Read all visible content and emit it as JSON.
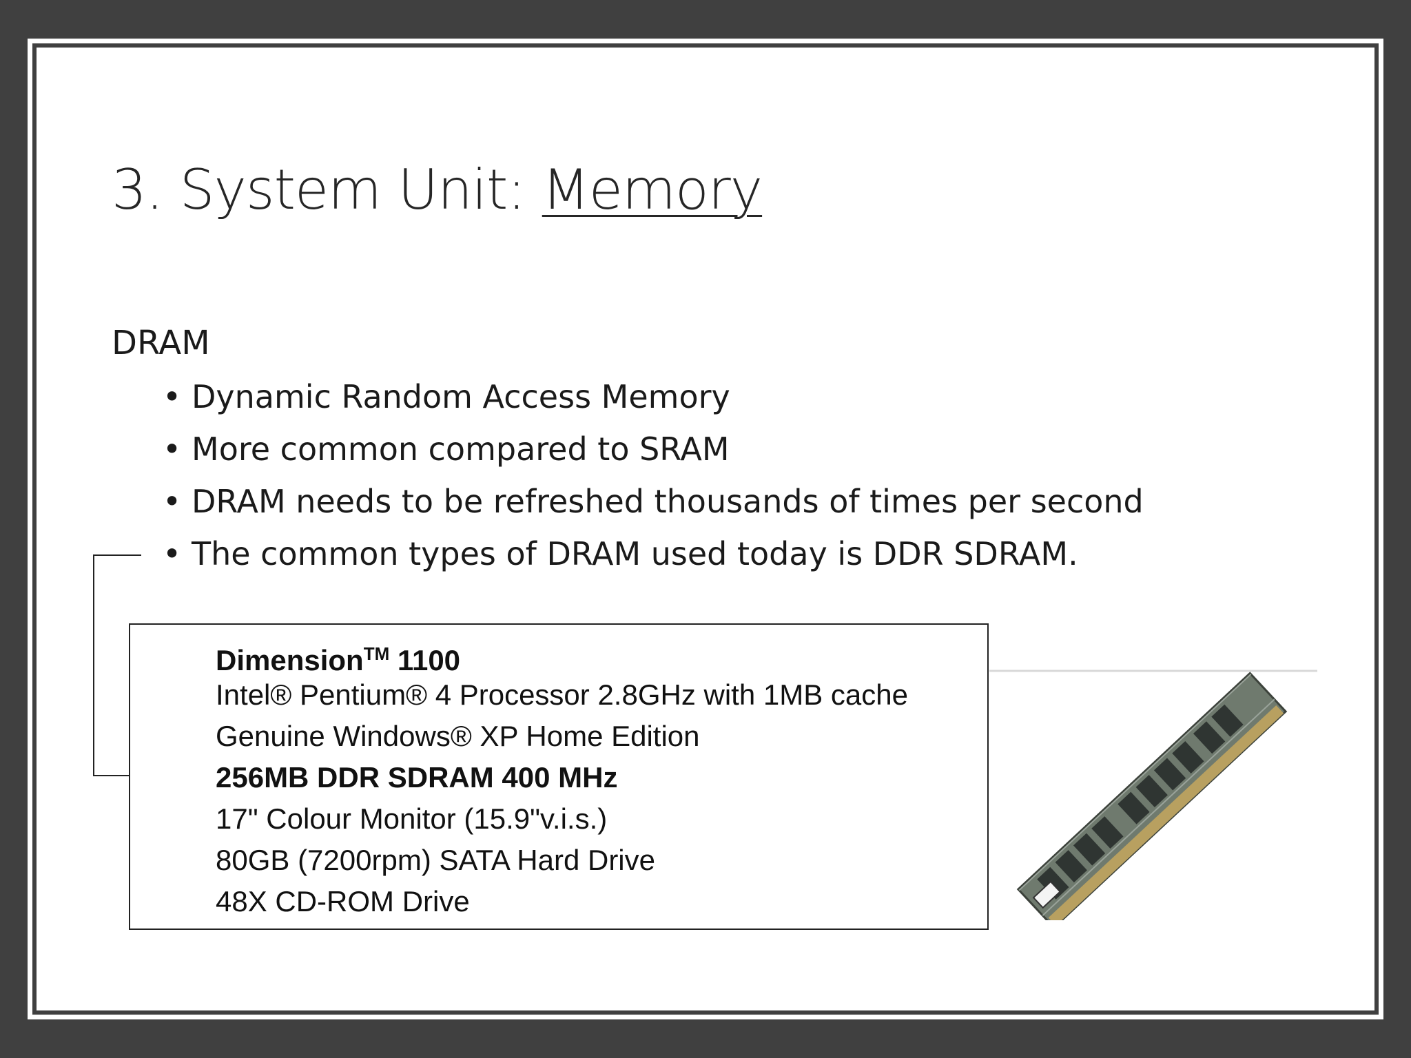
{
  "slide": {
    "title_prefix": "3. System Unit: ",
    "title_underlined": "Memory",
    "heading": "DRAM",
    "bullets": [
      "Dynamic Random Access Memory",
      "More common compared to SRAM",
      "DRAM needs to be refreshed thousands of times per second",
      "The common types of DRAM used today is DDR SDRAM."
    ],
    "bullet_glyph": "•"
  },
  "spec_box": {
    "model_name": "Dimension",
    "model_trademark": "TM",
    "model_number": " 1100",
    "lines": [
      "Intel® Pentium® 4 Processor 2.8GHz with 1MB cache",
      "Genuine Windows® XP Home Edition",
      "256MB DDR SDRAM 400 MHz",
      "17\" Colour Monitor (15.9\"v.i.s.)",
      "80GB (7200rpm) SATA Hard Drive",
      "48X CD-ROM Drive"
    ]
  },
  "image": {
    "subject": "ddr-sdram-memory-module"
  },
  "colors": {
    "frame": "#404040",
    "slide_bg": "#ffffff",
    "text": "#1a1a1a"
  }
}
